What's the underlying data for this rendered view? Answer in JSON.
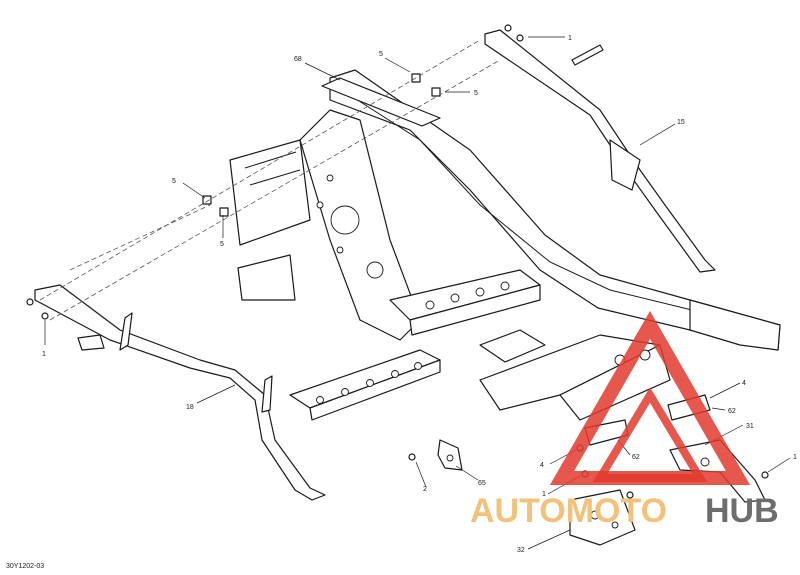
{
  "diagram": {
    "reference_code": "30Y1202-03",
    "callouts": [
      {
        "id": "c-1-top",
        "label": "1"
      },
      {
        "id": "c-68",
        "label": "68"
      },
      {
        "id": "c-5-a",
        "label": "5"
      },
      {
        "id": "c-5-b",
        "label": "5"
      },
      {
        "id": "c-15",
        "label": "15"
      },
      {
        "id": "c-5-c",
        "label": "5"
      },
      {
        "id": "c-5-d",
        "label": "5"
      },
      {
        "id": "c-1-left",
        "label": "1"
      },
      {
        "id": "c-18",
        "label": "18"
      },
      {
        "id": "c-4-a",
        "label": "4"
      },
      {
        "id": "c-62-a",
        "label": "62"
      },
      {
        "id": "c-31",
        "label": "31"
      },
      {
        "id": "c-1-right",
        "label": "1"
      },
      {
        "id": "c-62-b",
        "label": "62"
      },
      {
        "id": "c-4-b",
        "label": "4"
      },
      {
        "id": "c-2",
        "label": "2"
      },
      {
        "id": "c-65",
        "label": "65"
      },
      {
        "id": "c-1-bottom",
        "label": "1"
      },
      {
        "id": "c-32",
        "label": "32"
      }
    ]
  },
  "watermark": {
    "text_part1": "AUTOMOTO",
    "text_part2": "HUB",
    "color_primary": "#e23a2e",
    "color_text1": "#f2c27a",
    "color_text2": "#6d6d6d"
  }
}
